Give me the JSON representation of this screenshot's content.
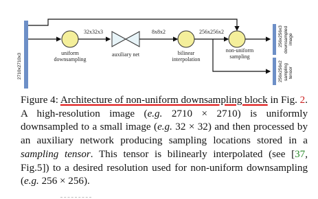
{
  "diagram": {
    "input_label": "2710x2710x3",
    "nodes": {
      "uniform": [
        "uniform",
        "downsampling"
      ],
      "auxiliary": "auxiliary net",
      "bilinear": [
        "bilinear",
        "interpolation"
      ],
      "nonuniform": [
        "non-uniform",
        "sampling"
      ]
    },
    "edges": {
      "e1": "32x32x3",
      "e2": "8x8x2",
      "e3": "256x256x2"
    },
    "outputs": {
      "image": {
        "size": "256x256x3",
        "label": [
          "downsampled",
          "image"
        ]
      },
      "tensor": {
        "size": "256x256x2",
        "label": [
          "sampling",
          "tensor"
        ]
      }
    },
    "colors": {
      "bar": "#6d8fc7",
      "circle": "#f4ef9b"
    }
  },
  "caption": {
    "figure_label": "Figure 4:",
    "title": "Architecture of non-uniform downsampling block",
    "t1": " in Fig.",
    "ref_fig": "2",
    "t2": ".  A high-resolution image (",
    "eg1": "e.g.",
    "t3": " 2710 × 2710) is uniformly downsampled to a small image (",
    "eg2": "e.g.",
    "t4": " 32 × 32) and then processed by an auxiliary network producing sampling locations stored in a ",
    "sampling_tensor": "sampling tensor",
    "t5": ". This tensor is bilinearly interpolated (see [",
    "ref_cite": "37",
    "t6": ", Fig.5]) to a desired resolution used for non-uniform downsampling (",
    "eg3": "e.g.",
    "t7": " 256 × 256)."
  }
}
